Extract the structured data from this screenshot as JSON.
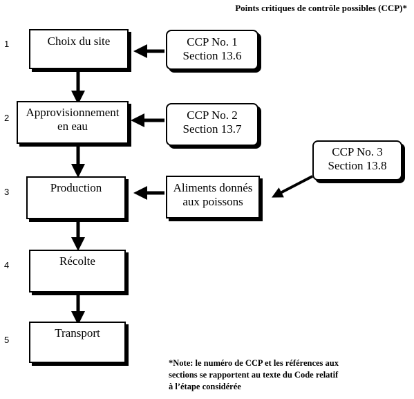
{
  "header": "Points critiques de contrôle possibles (CCP)*",
  "steps": [
    {
      "number": "1",
      "label": "Choix du site"
    },
    {
      "number": "2",
      "label": "Approvisionnement en eau"
    },
    {
      "number": "3",
      "label": "Production"
    },
    {
      "number": "4",
      "label": "Récolte"
    },
    {
      "number": "5",
      "label": "Transport"
    }
  ],
  "ccp_boxes": [
    {
      "line1": "CCP No. 1",
      "line2": "Section 13.6"
    },
    {
      "line1": "CCP No. 2",
      "line2": "Section 13.7"
    },
    {
      "line1": "CCP No. 3",
      "line2": "Section 13.8"
    }
  ],
  "feed_box": {
    "line1": "Aliments donnés",
    "line2": "aux poissons"
  },
  "note": {
    "line1": "*Note: le numéro de CCP et les références aux",
    "line2": "sections se rapportent au texte du Code relatif",
    "line3": "à l’étape considérée"
  }
}
